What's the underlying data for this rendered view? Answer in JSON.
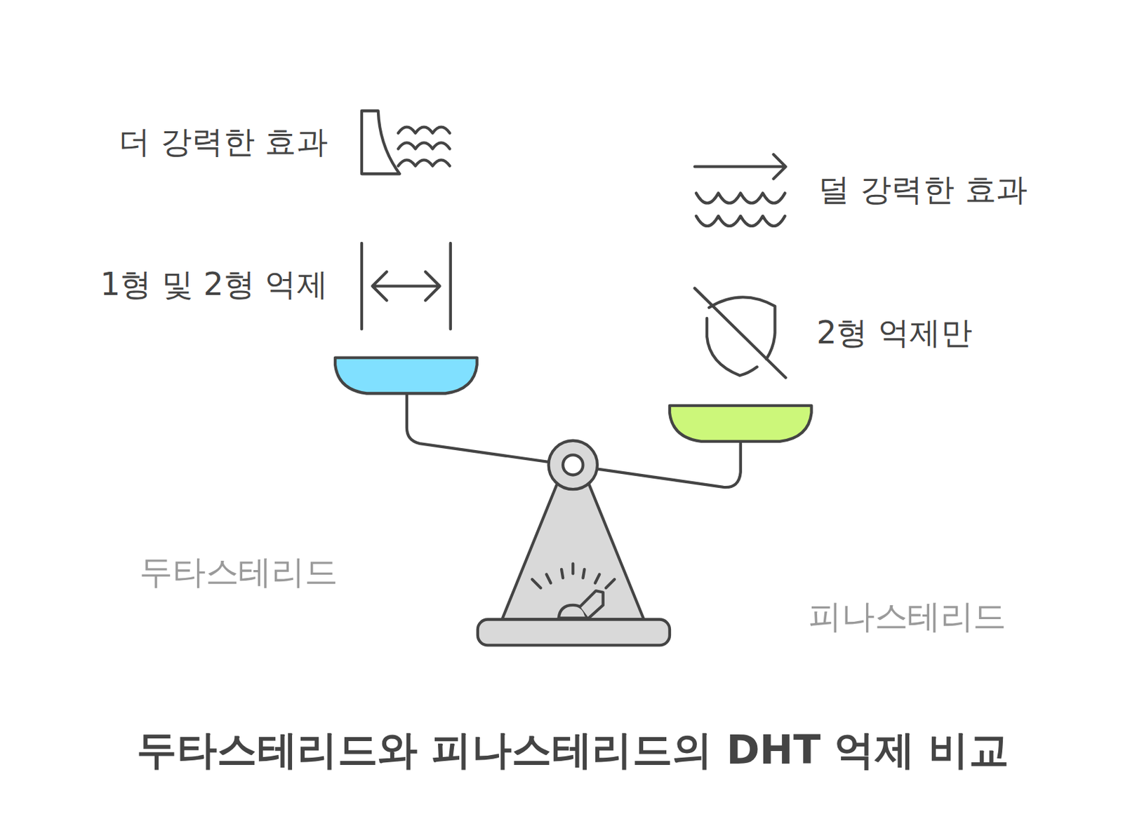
{
  "diagram": {
    "title": "두타스테리드와 피나스테리드의 DHT 억제 비교",
    "labels": [
      "더 강력한 효과",
      "덜 강력한 효과",
      "1형 및 2형 억제",
      "2형 억제만",
      "두타스테리드",
      "피나스테리드"
    ]
  }
}
